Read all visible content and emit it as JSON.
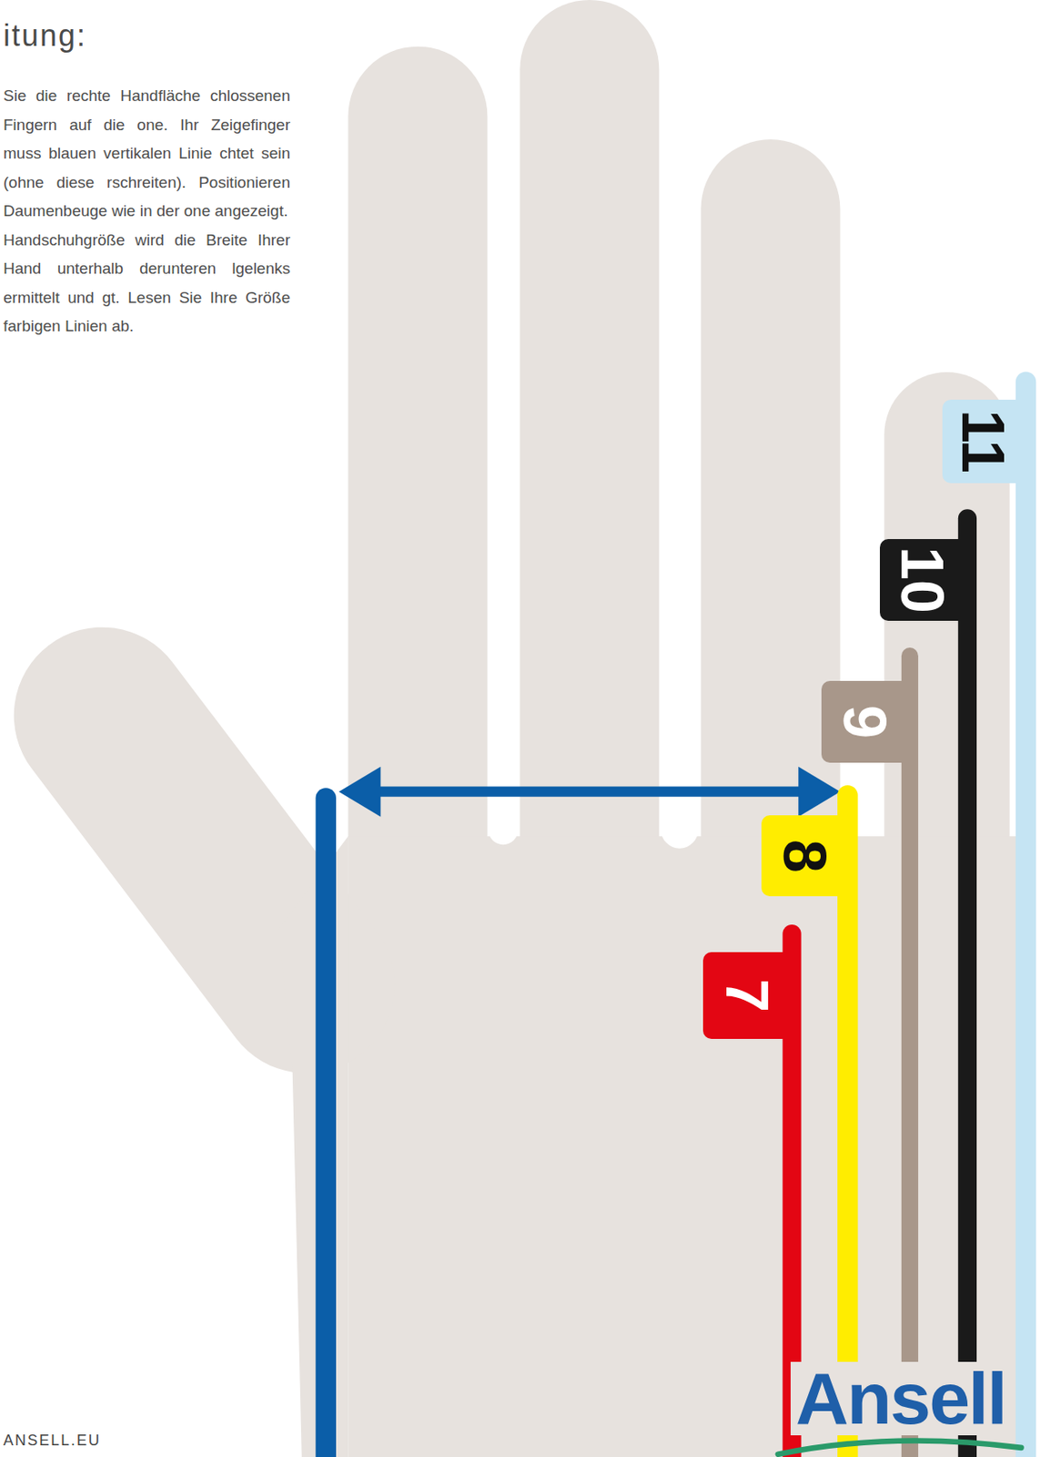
{
  "diagram": {
    "nodes": [
      {
        "text": [
          "11"
        ]
      },
      {
        "text": [
          "10"
        ]
      },
      {
        "text": [
          "9"
        ]
      },
      {
        "text": [
          "8"
        ]
      },
      {
        "text": [
          "7"
        ]
      }
    ],
    "labels": [
      "itung:",
      "Sie die rechte Handfläche chlossenen Fingern auf die one. Ihr Zeigefinger muss blauen vertikalen Linie chtet sein (ohne diese rschreiten). Positionieren Daumenbeuge wie in der one angezeigt.",
      "Handschuhgröße wird die Breite Ihrer Hand unterhalb derunteren lgelenks ermittelt und gt. Lesen Sie Ihre Größe farbigen Linien ab.",
      "ANSELL.EU",
      "Ansell"
    ]
  }
}
